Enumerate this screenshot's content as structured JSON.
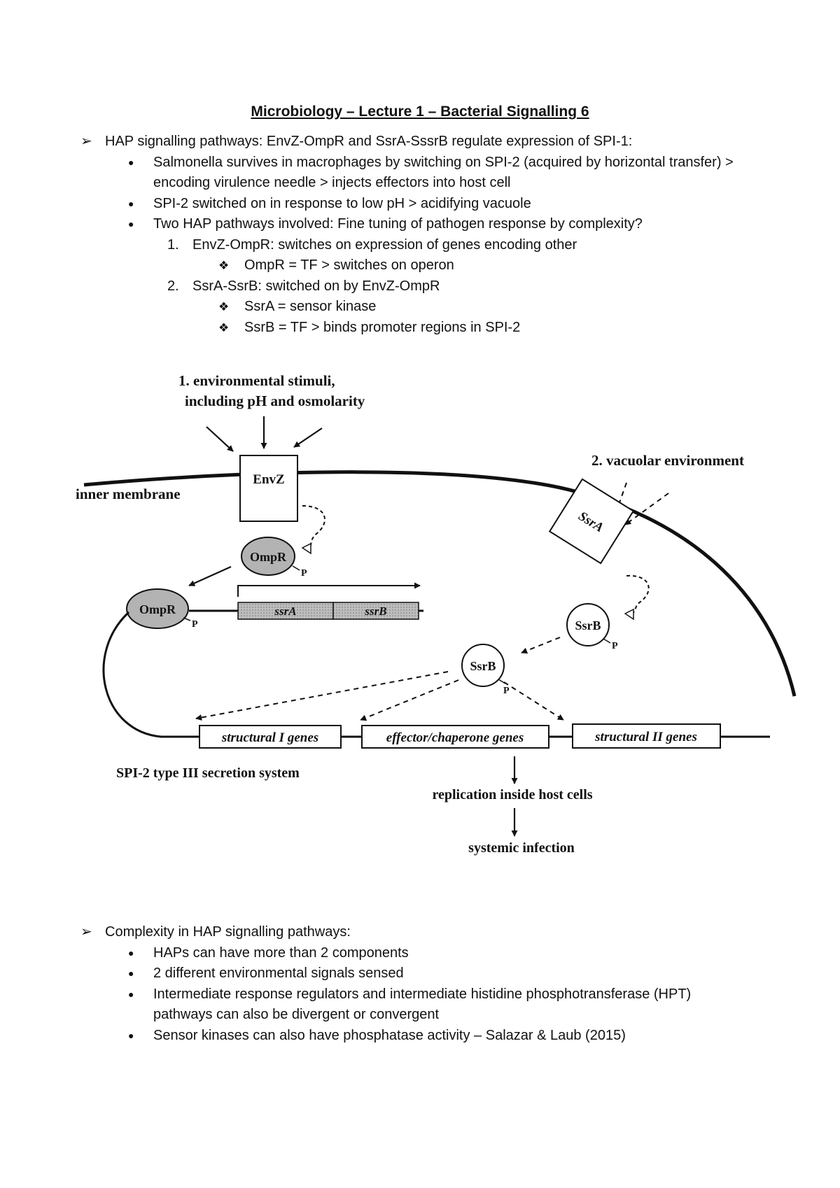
{
  "doc": {
    "title": "Microbiology – Lecture 1 – Bacterial Signalling 6"
  },
  "section1": {
    "heading": "HAP signalling pathways: EnvZ-OmpR and SsrA-SssrB regulate expression of SPI-1:",
    "bullets": [
      "Salmonella survives in macrophages by switching on SPI-2 (acquired by horizontal transfer) > encoding virulence needle > injects effectors into host cell",
      "SPI-2 switched on in response to low pH > acidifying vacuole",
      "Two HAP pathways involved: Fine tuning of pathogen response by complexity?"
    ],
    "items": [
      {
        "num": "1.",
        "text": "EnvZ-OmpR: switches on expression of genes encoding other",
        "subs": [
          "OmpR = TF > switches on operon"
        ]
      },
      {
        "num": "2.",
        "text": "SsrA-SsrB: switched on by EnvZ-OmpR",
        "subs": [
          "SsrA = sensor kinase",
          "SsrB = TF > binds promoter regions in SPI-2"
        ]
      }
    ]
  },
  "diagram": {
    "stimuli_line1": "1. environmental stimuli,",
    "stimuli_line2": "including pH and osmolarity",
    "vacuolar": "2. vacuolar environment",
    "inner_membrane": "inner membrane",
    "envz": "EnvZ",
    "ompr": "OmpR",
    "p": "P",
    "ssra": "SsrA",
    "ssrb": "SsrB",
    "gene_ssra": "ssrA",
    "gene_ssrb": "ssrB",
    "structural1": "structural I genes",
    "effector": "effector/chaperone genes",
    "structural2": "structural II genes",
    "spi2": "SPI-2 type III secretion system",
    "replication": "replication inside host cells",
    "systemic": "systemic infection"
  },
  "section2": {
    "heading": "Complexity in HAP signalling pathways:",
    "bullets": [
      "HAPs can have more than 2 components",
      "2 different environmental signals sensed",
      "Intermediate response regulators and intermediate histidine phosphotransferase (HPT) pathways can also be divergent or convergent",
      "Sensor kinases can also have phosphatase activity – Salazar & Laub (2015)"
    ]
  }
}
